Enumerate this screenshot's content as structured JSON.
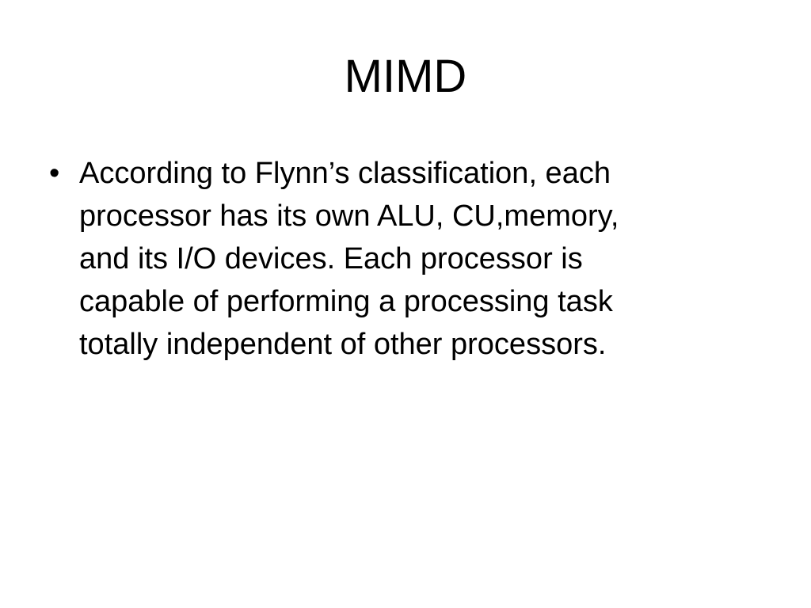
{
  "slide": {
    "title": "MIMD",
    "bullet": {
      "marker": "•",
      "lines": [
        "According to Flynn’s classification, each",
        "processor has its own ALU, CU,memory,",
        "and its I/O devices. Each processor is",
        "capable of performing a processing task",
        "totally independent of other processors."
      ]
    }
  }
}
